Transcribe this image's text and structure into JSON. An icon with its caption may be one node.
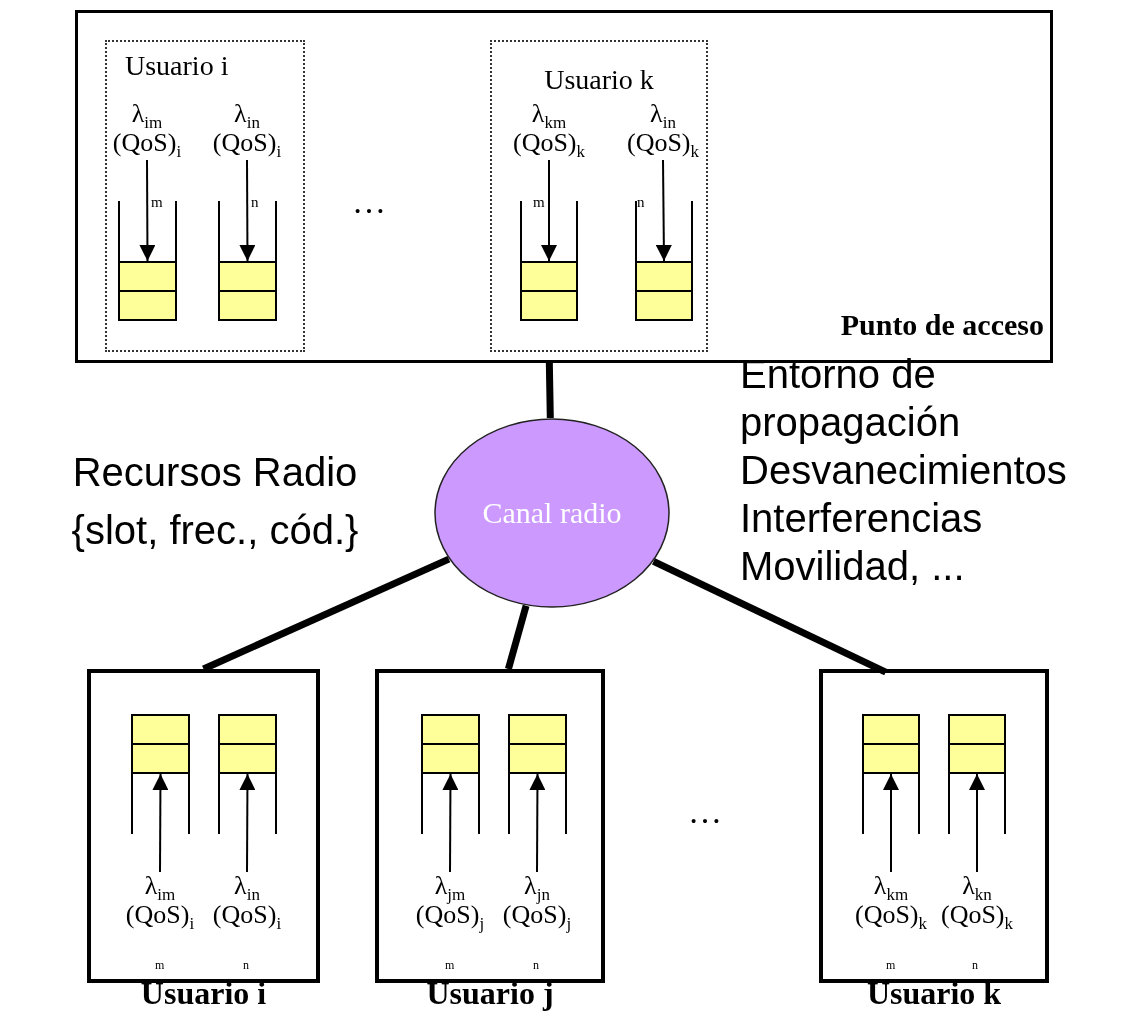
{
  "diagram": {
    "nodes": [
      {
        "text": [
          "Punto de acceso"
        ]
      },
      {
        "text": [
          "Usuario i"
        ],
        "in": 0
      },
      {
        "text": [
          "λ$_{im}$ (QoS)$_{i}$"
        ],
        "in": 1
      },
      {
        "text": [
          "λ$_{in}$ (QoS)$_{i}$"
        ],
        "in": 1
      },
      {
        "text": [],
        "shape": "box",
        "in": 1
      },
      {
        "text": [],
        "shape": "box",
        "in": 1
      },
      {
        "text": [
          "Usuario k"
        ],
        "in": 0
      },
      {
        "text": [
          "λ$_{km}$ (QoS)$_{k}$"
        ],
        "in": 6
      },
      {
        "text": [
          "λ$_{in}$ (QoS)$_{k}$"
        ],
        "in": 6
      },
      {
        "text": [],
        "shape": "box",
        "in": 6
      },
      {
        "text": [],
        "shape": "box",
        "in": 6
      },
      {
        "text": [
          "Canal radio"
        ]
      },
      {
        "text": [
          "Usuario i"
        ]
      },
      {
        "text": [],
        "shape": "box",
        "in": 12
      },
      {
        "text": [],
        "shape": "box",
        "in": 12
      },
      {
        "text": [
          "λ$_{im}$ (QoS)$_{i}$"
        ],
        "in": 12
      },
      {
        "text": [
          "λ$_{in}$ (QoS)$_{i}$"
        ],
        "in": 12
      },
      {
        "text": [
          "Usuario j"
        ]
      },
      {
        "text": [],
        "shape": "box",
        "in": 17
      },
      {
        "text": [],
        "shape": "box",
        "in": 17
      },
      {
        "text": [
          "λ$_{jm}$ (QoS)$_{j}$"
        ],
        "in": 17
      },
      {
        "text": [
          "λ$_{jn}$ (QoS)$_{j}$"
        ],
        "in": 17
      },
      {
        "text": [
          "Usuario k"
        ]
      },
      {
        "text": [],
        "shape": "box",
        "in": 22
      },
      {
        "text": [],
        "shape": "box",
        "in": 22
      },
      {
        "text": [
          "λ$_{km}$ (QoS)$_{k}$"
        ],
        "in": 22
      },
      {
        "text": [
          "λ$_{kn}$ (QoS)$_{k}$"
        ],
        "in": 22
      }
    ],
    "edges": [
      {
        "from": 2,
        "to": 4,
        "arrow": "to"
      },
      {
        "from": 3,
        "to": 5,
        "arrow": "to"
      },
      {
        "from": 7,
        "to": 9,
        "arrow": "to"
      },
      {
        "from": 8,
        "to": 10,
        "arrow": "to"
      },
      {
        "from": 0,
        "to": 11,
        "arrow": "none",
        "style": "thick"
      },
      {
        "from": 11,
        "to": 12,
        "arrow": "none",
        "style": "thick"
      },
      {
        "from": 11,
        "to": 17,
        "arrow": "none",
        "style": "thick"
      },
      {
        "from": 11,
        "to": 22,
        "arrow": "none",
        "style": "thick"
      },
      {
        "from": 15,
        "to": 13,
        "arrow": "to"
      },
      {
        "from": 16,
        "to": 14,
        "arrow": "to"
      },
      {
        "from": 20,
        "to": 18,
        "arrow": "to"
      },
      {
        "from": 21,
        "to": 19,
        "arrow": "to"
      },
      {
        "from": 25,
        "to": 23,
        "arrow": "to"
      },
      {
        "from": 26,
        "to": 24,
        "arrow": "to"
      }
    ],
    "labels": [
      "m",
      "n",
      "…",
      "m",
      "n",
      "Entorno de propagación",
      "Recursos Radio",
      "Desvanecimientos",
      "{slot, frec., cód.}",
      "Interferencias",
      "Movilidad, ...",
      "…",
      "m",
      "n",
      "m",
      "n",
      "m",
      "n"
    ]
  }
}
